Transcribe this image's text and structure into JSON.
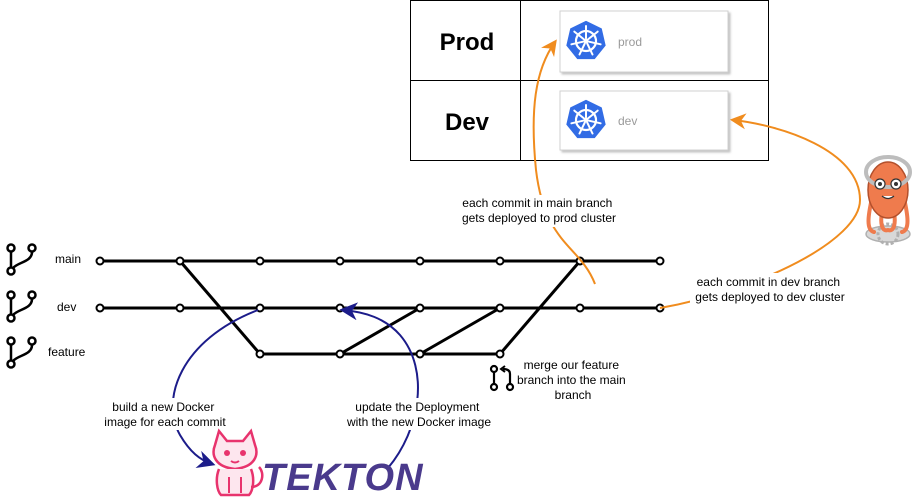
{
  "environments": {
    "prod": {
      "label": "Prod",
      "cluster": "prod"
    },
    "dev": {
      "label": "Dev",
      "cluster": "dev"
    }
  },
  "branches": {
    "main": "main",
    "dev": "dev",
    "feature": "feature"
  },
  "notes": {
    "main_deploy": [
      "each commit in main branch",
      "gets deployed to prod cluster"
    ],
    "dev_deploy": [
      "each commit in dev branch",
      "gets deployed to dev cluster"
    ],
    "merge": [
      "merge our feature",
      "branch into the main",
      "branch"
    ],
    "build": [
      "build a new Docker",
      "image for each commit"
    ],
    "update": [
      "update the Deployment",
      "with the new Docker image"
    ]
  },
  "logos": {
    "tekton": "TEKTON"
  },
  "colors": {
    "orange_arrow": "#f08c1e",
    "blue_arrow": "#1c1c8a",
    "kube_blue": "#326ce5",
    "tekton_purple": "#4a3a8c",
    "argo_orange": "#ef7b4d"
  },
  "icons": {
    "branch": "git-branch-icon",
    "merge": "git-merge-icon",
    "kubernetes": "kubernetes-helm-icon",
    "tekton": "tekton-cat-logo",
    "argo": "argo-octopus-logo"
  }
}
